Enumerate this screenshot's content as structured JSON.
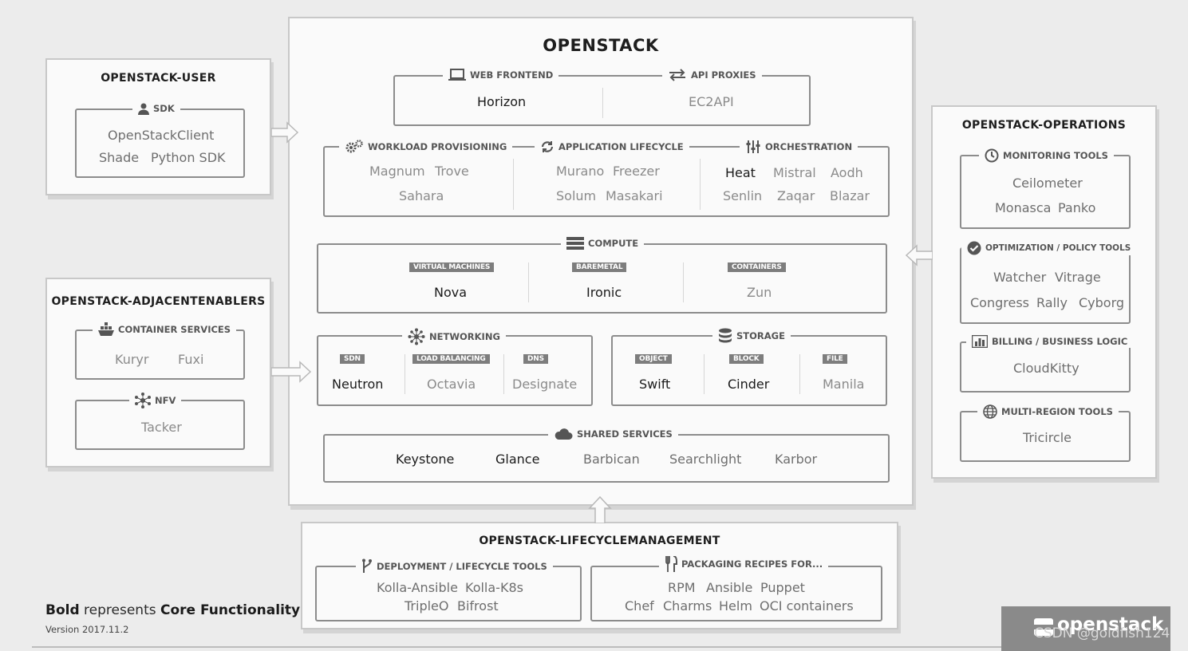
{
  "main": {
    "title": "OPENSTACK",
    "web_frontend": {
      "label": "WEB FRONTEND",
      "item": "Horizon"
    },
    "api_proxies": {
      "label": "API PROXIES",
      "item": "EC2API"
    },
    "workload": {
      "label": "WORKLOAD PROVISIONING",
      "items": [
        "Magnum",
        "Trove",
        "Sahara"
      ]
    },
    "app_lifecycle": {
      "label": "APPLICATION LIFECYCLE",
      "items": [
        "Murano",
        "Freezer",
        "Solum",
        "Masakari"
      ]
    },
    "orchestration": {
      "label": "ORCHESTRATION",
      "items": [
        "Heat",
        "Mistral",
        "Aodh",
        "Senlin",
        "Zaqar",
        "Blazar"
      ]
    },
    "compute": {
      "label": "COMPUTE",
      "tags": [
        "VIRTUAL MACHINES",
        "BAREMETAL",
        "CONTAINERS"
      ],
      "items": [
        "Nova",
        "Ironic",
        "Zun"
      ]
    },
    "networking": {
      "label": "NETWORKING",
      "tags": [
        "SDN",
        "LOAD BALANCING",
        "DNS"
      ],
      "items": [
        "Neutron",
        "Octavia",
        "Designate"
      ]
    },
    "storage": {
      "label": "STORAGE",
      "tags": [
        "OBJECT",
        "BLOCK",
        "FILE"
      ],
      "items": [
        "Swift",
        "Cinder",
        "Manila"
      ]
    },
    "shared": {
      "label": "SHARED SERVICES",
      "items": [
        "Keystone",
        "Glance",
        "Barbican",
        "Searchlight",
        "Karbor"
      ]
    }
  },
  "user": {
    "title": "OPENSTACK-USER",
    "sdk": {
      "label": "SDK",
      "items": [
        "OpenStackClient",
        "Shade",
        "Python SDK"
      ]
    }
  },
  "adjacent": {
    "title": "OPENSTACK-ADJACENTENABLERS",
    "containers": {
      "label": "CONTAINER SERVICES",
      "items": [
        "Kuryr",
        "Fuxi"
      ]
    },
    "nfv": {
      "label": "NFV",
      "items": [
        "Tacker"
      ]
    }
  },
  "operations": {
    "title": "OPENSTACK-OPERATIONS",
    "monitoring": {
      "label": "MONITORING TOOLS",
      "items": [
        "Ceilometer",
        "Monasca",
        "Panko"
      ]
    },
    "optimization": {
      "label": "OPTIMIZATION / POLICY TOOLS",
      "items": [
        "Watcher",
        "Vitrage",
        "Congress",
        "Rally",
        "Cyborg"
      ]
    },
    "billing": {
      "label": "BILLING / BUSINESS LOGIC",
      "items": [
        "CloudKitty"
      ]
    },
    "multiregion": {
      "label": "MULTI-REGION TOOLS",
      "items": [
        "Tricircle"
      ]
    }
  },
  "lifecycle": {
    "title": "OPENSTACK-LIFECYCLEMANAGEMENT",
    "deployment": {
      "label": "DEPLOYMENT / LIFECYCLE TOOLS",
      "items": [
        "Kolla-Ansible",
        "Kolla-K8s",
        "TripleO",
        "Bifrost"
      ]
    },
    "packaging": {
      "label": "PACKAGING RECIPES FOR...",
      "items": [
        "RPM",
        "Ansible",
        "Puppet",
        "Chef",
        "Charms",
        "Helm",
        "OCI containers"
      ]
    }
  },
  "footer": {
    "bold1": "Bold",
    "text1": " represents ",
    "bold2": "Core Functionality",
    "version": "Version 2017.11.2"
  },
  "logo": {
    "text": "openstack",
    "watermark": "CSDN @goldfish124"
  },
  "colors": {
    "panel_bg": "#fafafa",
    "page_bg": "#ececec",
    "tag_bg": "#7d7d7d",
    "core_text": "#1a1a1a",
    "noncore_text": "#8a8a8a"
  }
}
